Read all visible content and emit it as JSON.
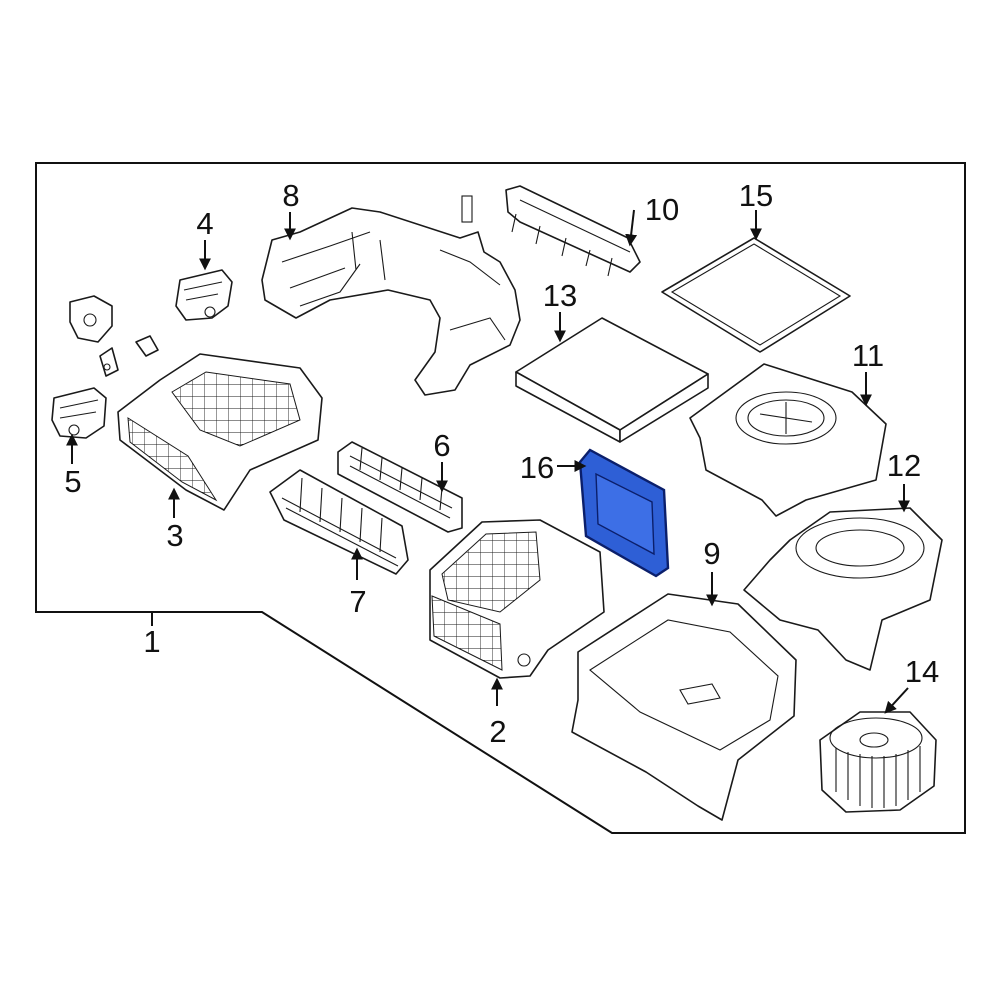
{
  "diagram": {
    "callouts": [
      {
        "id": "1",
        "label": "1"
      },
      {
        "id": "2",
        "label": "2"
      },
      {
        "id": "3",
        "label": "3"
      },
      {
        "id": "4",
        "label": "4"
      },
      {
        "id": "5",
        "label": "5"
      },
      {
        "id": "6",
        "label": "6"
      },
      {
        "id": "7",
        "label": "7"
      },
      {
        "id": "8",
        "label": "8"
      },
      {
        "id": "9",
        "label": "9"
      },
      {
        "id": "10",
        "label": "10"
      },
      {
        "id": "11",
        "label": "11"
      },
      {
        "id": "12",
        "label": "12"
      },
      {
        "id": "13",
        "label": "13"
      },
      {
        "id": "14",
        "label": "14"
      },
      {
        "id": "15",
        "label": "15"
      },
      {
        "id": "16",
        "label": "16"
      }
    ],
    "highlighted_part": "16",
    "colors": {
      "line": "#1a1a1a",
      "highlight_fill": "#2e5fd6",
      "highlight_stroke": "#0b1f6b",
      "background": "#ffffff"
    }
  }
}
